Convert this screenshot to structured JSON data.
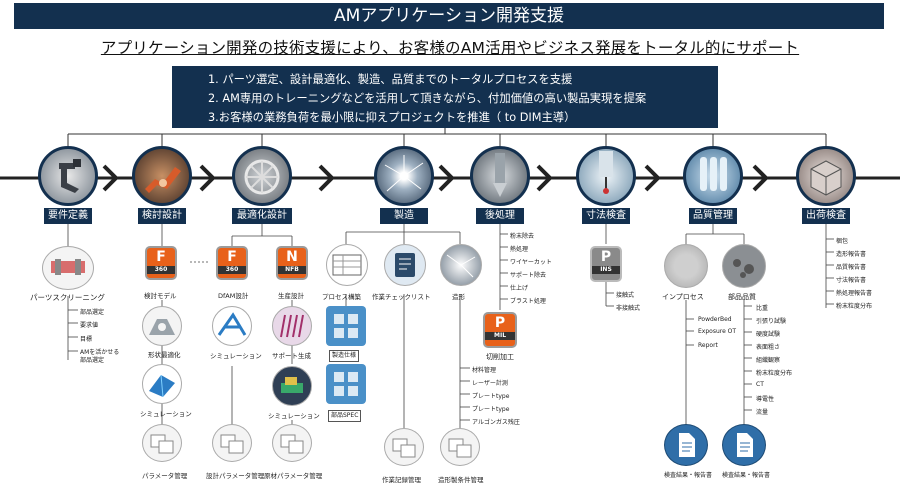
{
  "header": {
    "title": "AMアプリケーション開発支援"
  },
  "subtitle": "アプリケーション開発の技術支援により、お客様のAM活用やビジネス発展をトータル的にサポート",
  "summary": {
    "item1": "1. パーツ選定、設計最適化、製造、品質までのトータルプロセスを支援",
    "item2": "2. AM専用のトレーニングなどを活用して頂きながら、付加価値の高い製品実現を提案",
    "item3": "3.お客様の業務負荷を最小限に抑えプロジェクトを推進（ to DIM主導）"
  },
  "stages": {
    "s1": "要件定義",
    "s2": "検討設計",
    "s3": "最適化設計",
    "s4": "製造",
    "s5": "後処理",
    "s6": "寸法検査",
    "s7": "品質管理",
    "s8": "出荷検査"
  },
  "req": {
    "screening": "パーツスクリーニング",
    "i1": "部品選定",
    "i2": "要求値",
    "i3": "目標",
    "i4a": "AMを活かせる",
    "i4b": "部品選定"
  },
  "design": {
    "icon_big": "F",
    "icon_sm": "360",
    "model": "検討モデル",
    "shape": "形状最適化",
    "sim": "シミュレーション",
    "param": "パラメータ管理"
  },
  "opt": {
    "f_big": "F",
    "f_sm": "360",
    "n_big": "N",
    "n_sm": "NFB",
    "dfam": "DfAM設計",
    "prod": "生産設計",
    "sim1": "シミュレーション",
    "support": "サポート生成",
    "sim2": "シミュレーション",
    "dparam": "設計パラメータ管理",
    "fparam": "原材パラメータ管理"
  },
  "mfg": {
    "process": "プロセス構築",
    "check": "作業チェックリスト",
    "shape": "造形",
    "cond": "製造仕様",
    "spec": "部品SPEC",
    "log": "作業記録管理",
    "cond_mgmt": "造形製条件管理"
  },
  "post": {
    "i1": "粉末除去",
    "i2": "熱処理",
    "i3": "ワイヤーカット",
    "i4": "サポート除去",
    "i5": "仕上げ",
    "i6": "ブラスト処理",
    "mil_big": "P",
    "mil_sm": "MIL",
    "cut": "切削加工",
    "m1": "材料管理",
    "m2": "レーザー計測",
    "m3": "プレートtype",
    "m4": "プレートtype",
    "m5": "アルゴンガス残圧"
  },
  "dim": {
    "ins_big": "P",
    "ins_sm": "INS",
    "c1": "接触式",
    "c2": "非接触式"
  },
  "qc": {
    "inprocess": "インプロセス",
    "parts": "部品品質",
    "pb": "PowderBed",
    "ot": "Exposure OT",
    "report": "Report",
    "q1": "比重",
    "q2": "引張り試験",
    "q3": "硬度試験",
    "q4": "表面粗さ",
    "q5": "組織観察",
    "q6": "粉末粒度分布",
    "q7": "CT",
    "q8": "導電性",
    "q9": "流量",
    "r1": "検査結果・報告書",
    "r2": "検査結果・報告書"
  },
  "ship": {
    "i1": "梱包",
    "i2": "造形報告書",
    "i3": "品質報告書",
    "i4": "寸法報告書",
    "i5": "熱処理報告書",
    "i6": "粉末粒度分布"
  },
  "colors": {
    "navy": "#13304f",
    "orange": "#e8611a"
  }
}
